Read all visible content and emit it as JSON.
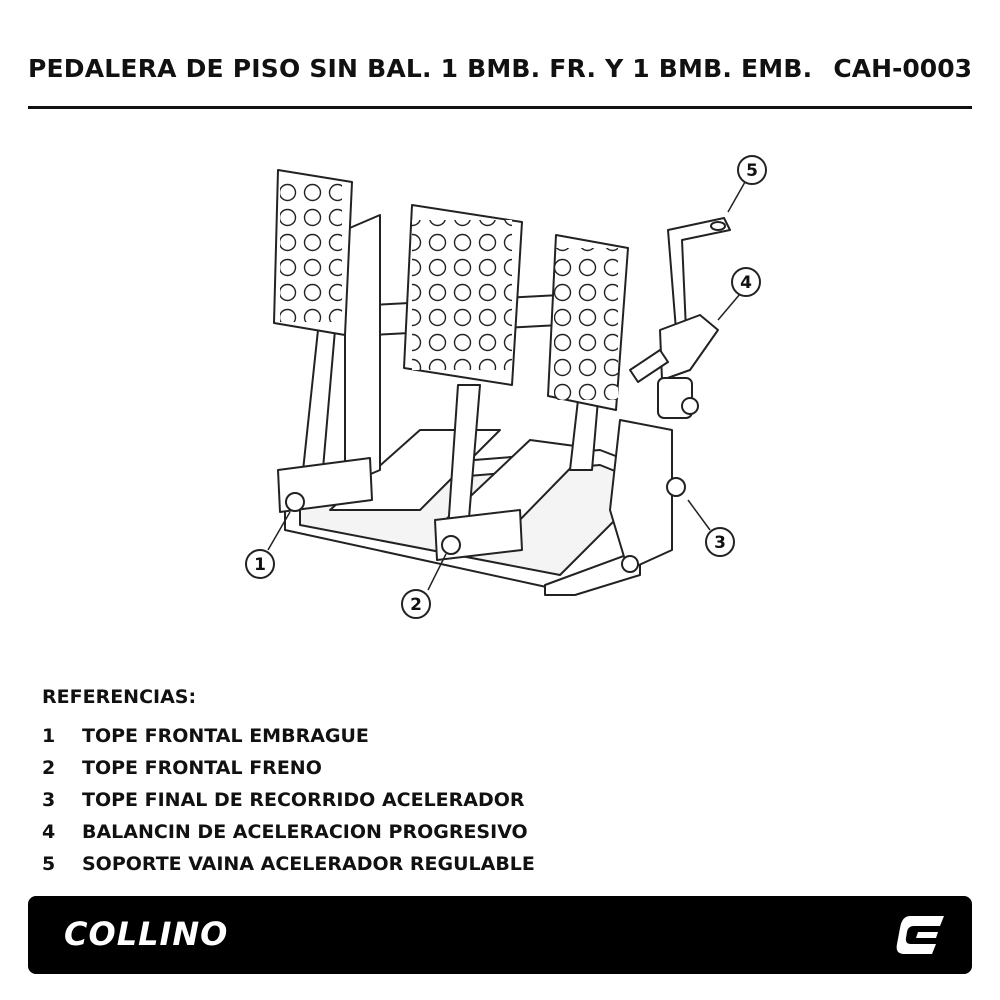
{
  "header": {
    "title": "PEDALERA DE PISO SIN BAL. 1 BMB. FR. Y 1 BMB. EMB.",
    "code": "CAH-0003"
  },
  "diagram": {
    "callouts": [
      "1",
      "2",
      "3",
      "4",
      "5"
    ]
  },
  "references": {
    "title": "REFERENCIAS:",
    "items": [
      {
        "num": "1",
        "label": "TOPE FRONTAL EMBRAGUE"
      },
      {
        "num": "2",
        "label": "TOPE FRONTAL FRENO"
      },
      {
        "num": "3",
        "label": "TOPE FINAL DE RECORRIDO ACELERADOR"
      },
      {
        "num": "4",
        "label": "BALANCIN DE ACELERACION PROGRESIVO"
      },
      {
        "num": "5",
        "label": "SOPORTE VAINA ACELERADOR REGULABLE"
      }
    ]
  },
  "footer": {
    "brand": "COLLINO",
    "logo_icon": "collino-c-logo-icon"
  },
  "colors": {
    "footer_bg": "#000000",
    "text": "#111111",
    "line": "#222222"
  }
}
